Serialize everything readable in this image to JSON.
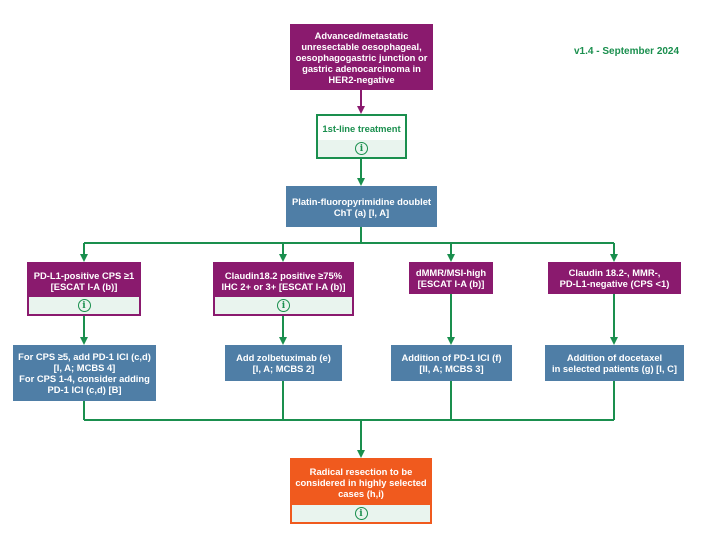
{
  "version_label": "v1.4 - September 2024",
  "colors": {
    "green": "#1a8f4e",
    "purple": "#8a1a6e",
    "blue": "#4f7ea6",
    "orange": "#f05a1e"
  },
  "info_icon": "info-icon",
  "nodes": {
    "start": [
      "Advanced/metastatic",
      "unresectable oesophageal,",
      "oesophagogastric junction or",
      "gastric adenocarcinoma in",
      "HER2-negative"
    ],
    "first_line": [
      "1st-line treatment"
    ],
    "doublet": [
      "Platin-fluoropyrimidine doublet",
      "ChT (a) [I, A]"
    ],
    "pdl1": [
      "PD-L1-positive  CPS ≥1",
      "[ESCAT I-A (b)]"
    ],
    "claudin_pos": [
      "Claudin18.2 positive ≥75%",
      "IHC 2+ or 3+ [ESCAT I-A (b)]"
    ],
    "dmmr": [
      "dMMR/MSI-high",
      "[ESCAT I-A (b)]"
    ],
    "claudin_neg": [
      "Claudin 18.2-, MMR-,",
      "PD-L1-negative  (CPS <1)"
    ],
    "pd1_add": [
      "For CPS ≥5, add PD-1 ICI (c,d)",
      "[I, A; MCBS 4]",
      "For CPS 1-4, consider adding",
      "PD-1 ICI (c,d) [B]"
    ],
    "zolbetuximab": [
      "Add zolbetuximab (e)",
      "[I, A; MCBS 2]"
    ],
    "pd1_dmmr": [
      "Addition of  PD-1 ICI (f)",
      "[II, A; MCBS 3]"
    ],
    "docetaxel": [
      "Addition of docetaxel",
      "in selected patients (g) [I, C]"
    ],
    "resection": [
      "Radical resection to be",
      "considered in highly selected",
      "cases (h,i)"
    ]
  }
}
